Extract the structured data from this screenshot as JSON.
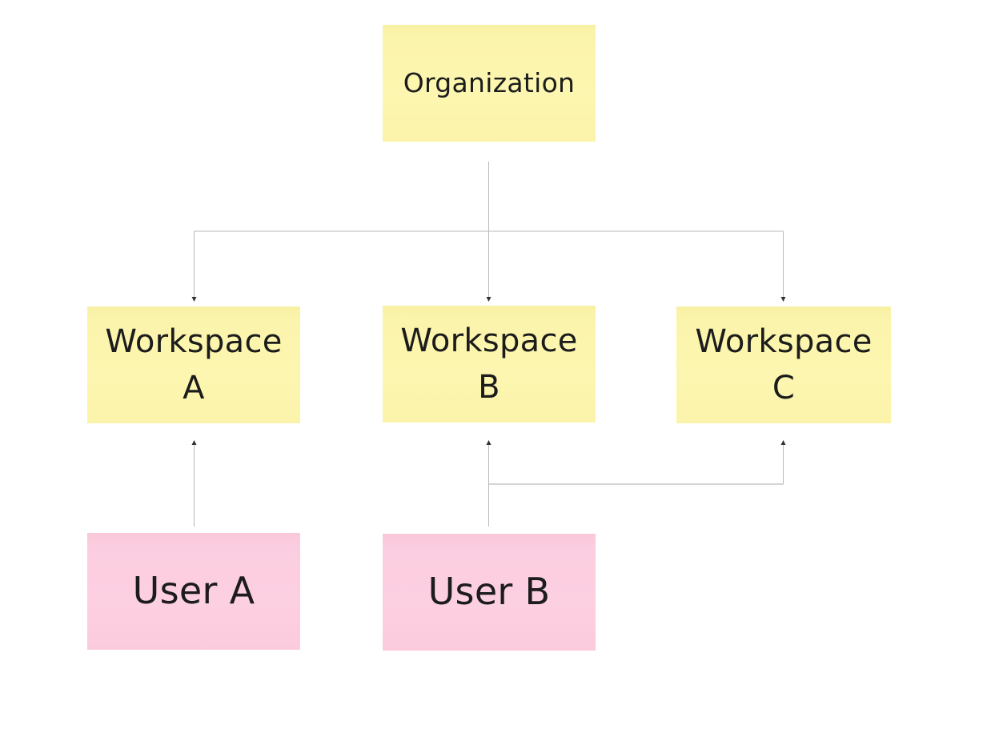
{
  "diagram": {
    "type": "hierarchy",
    "connector_color": "#b9b9b9",
    "nodes": {
      "organization": {
        "label": "Organization",
        "color": "#fdf6b0"
      },
      "workspace_a": {
        "label": "Workspace\nA",
        "color": "#fdf6b0"
      },
      "workspace_b": {
        "label": "Workspace\nB",
        "color": "#fdf6b0"
      },
      "workspace_c": {
        "label": "Workspace\nC",
        "color": "#fdf6b0"
      },
      "user_a": {
        "label": "User A",
        "color": "#fccfe1"
      },
      "user_b": {
        "label": "User B",
        "color": "#fccfe1"
      }
    },
    "edges": [
      {
        "from": "organization",
        "to": "workspace_a"
      },
      {
        "from": "organization",
        "to": "workspace_b"
      },
      {
        "from": "organization",
        "to": "workspace_c"
      },
      {
        "from": "user_a",
        "to": "workspace_a"
      },
      {
        "from": "user_b",
        "to": "workspace_b"
      },
      {
        "from": "user_b",
        "to": "workspace_c"
      }
    ]
  }
}
